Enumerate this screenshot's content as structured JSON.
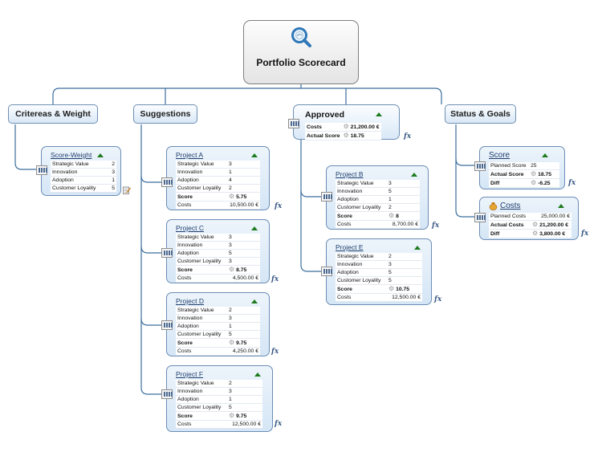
{
  "central": {
    "title": "Portfolio Scorecard",
    "icon": "magnifier-icon"
  },
  "branches": {
    "criteria": {
      "label": "Critereas & Weight"
    },
    "suggestions": {
      "label": "Suggestions"
    },
    "approved": {
      "label": "Approved"
    },
    "status": {
      "label": "Status & Goals"
    }
  },
  "score_weight": {
    "title": "Score-Weight",
    "rows": [
      {
        "k": "Strategic Value",
        "v": "2"
      },
      {
        "k": "Innovation",
        "v": "3"
      },
      {
        "k": "Adoption",
        "v": "1"
      },
      {
        "k": "Customer Loyality",
        "v": "5"
      }
    ]
  },
  "approved_summary": {
    "costs_label": "Costs",
    "costs_value": "21,200.00 €",
    "score_label": "Actual Score",
    "score_value": "18.75"
  },
  "projects": {
    "a": {
      "title": "Project A",
      "strategic": "3",
      "innovation": "1",
      "adoption": "4",
      "loyalty": "2",
      "score": "5.75",
      "costs": "10,500.00 €"
    },
    "c": {
      "title": "Project C",
      "strategic": "3",
      "innovation": "3",
      "adoption": "5",
      "loyalty": "3",
      "score": "8.75",
      "costs": "4,500.00 €"
    },
    "d": {
      "title": "Project D",
      "strategic": "2",
      "innovation": "3",
      "adoption": "1",
      "loyalty": "5",
      "score": "9.75",
      "costs": "4,250.00 €"
    },
    "f": {
      "title": "Project F",
      "strategic": "2",
      "innovation": "3",
      "adoption": "1",
      "loyalty": "5",
      "score": "9.75",
      "costs": "12,500.00 €"
    },
    "b": {
      "title": "Project B",
      "strategic": "3",
      "innovation": "5",
      "adoption": "1",
      "loyalty": "2",
      "score": "8",
      "costs": "8,700.00 €"
    },
    "e": {
      "title": "Project E",
      "strategic": "2",
      "innovation": "3",
      "adoption": "5",
      "loyalty": "5",
      "score": "10.75",
      "costs": "12,500.00 €"
    }
  },
  "labels": {
    "strategic": "Strategic Value",
    "innovation": "Innovation",
    "adoption": "Adoption",
    "loyalty": "Customer Loyality",
    "score": "Score",
    "costs": "Costs",
    "fx": "fx"
  },
  "status_score": {
    "title": "Score",
    "planned_label": "Planned Score",
    "planned_value": "25",
    "actual_label": "Actual Score",
    "actual_value": "18.75",
    "diff_label": "Diff",
    "diff_value": "-6.25"
  },
  "status_costs": {
    "title": "Costs",
    "icon": "money-bag-icon",
    "planned_label": "Planned Costs",
    "planned_value": "25,000.00 €",
    "actual_label": "Actual Costs",
    "actual_value": "21,200.00 €",
    "diff_label": "Diff",
    "diff_value": "3,800.00 €"
  },
  "colors": {
    "connector": "#3b6e9e",
    "card_border": "#6b8db5",
    "card_fill": "#dbe9f7",
    "triangle": "#1e7b1e"
  }
}
